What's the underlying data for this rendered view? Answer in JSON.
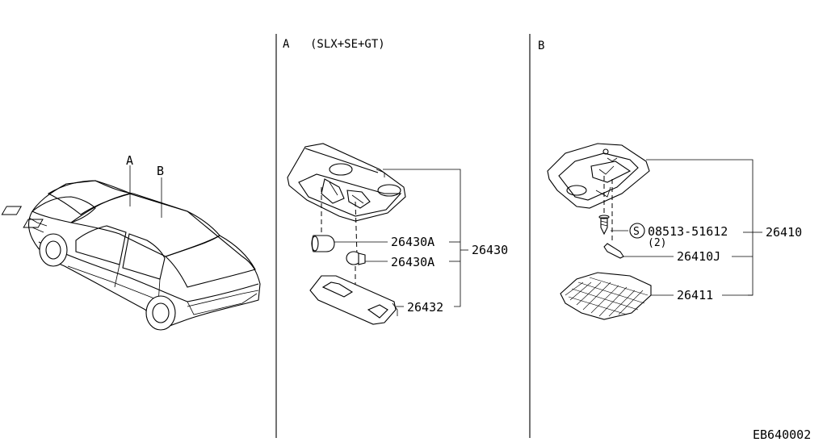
{
  "sections": {
    "a": {
      "letter": "A",
      "variant": "(SLX+SE+GT)"
    },
    "b": {
      "letter": "B"
    }
  },
  "car_markers": {
    "a": "A",
    "b": "B"
  },
  "parts": {
    "p26430A_1": "26430A",
    "p26430A_2": "26430A",
    "p26430": "26430",
    "p26432": "26432",
    "screw": "08513-51612",
    "screw_symbol": "S",
    "screw_qty": "(2)",
    "p26410": "26410",
    "p26410J": "26410J",
    "p26411": "26411"
  },
  "drawing_id": "EB640002"
}
